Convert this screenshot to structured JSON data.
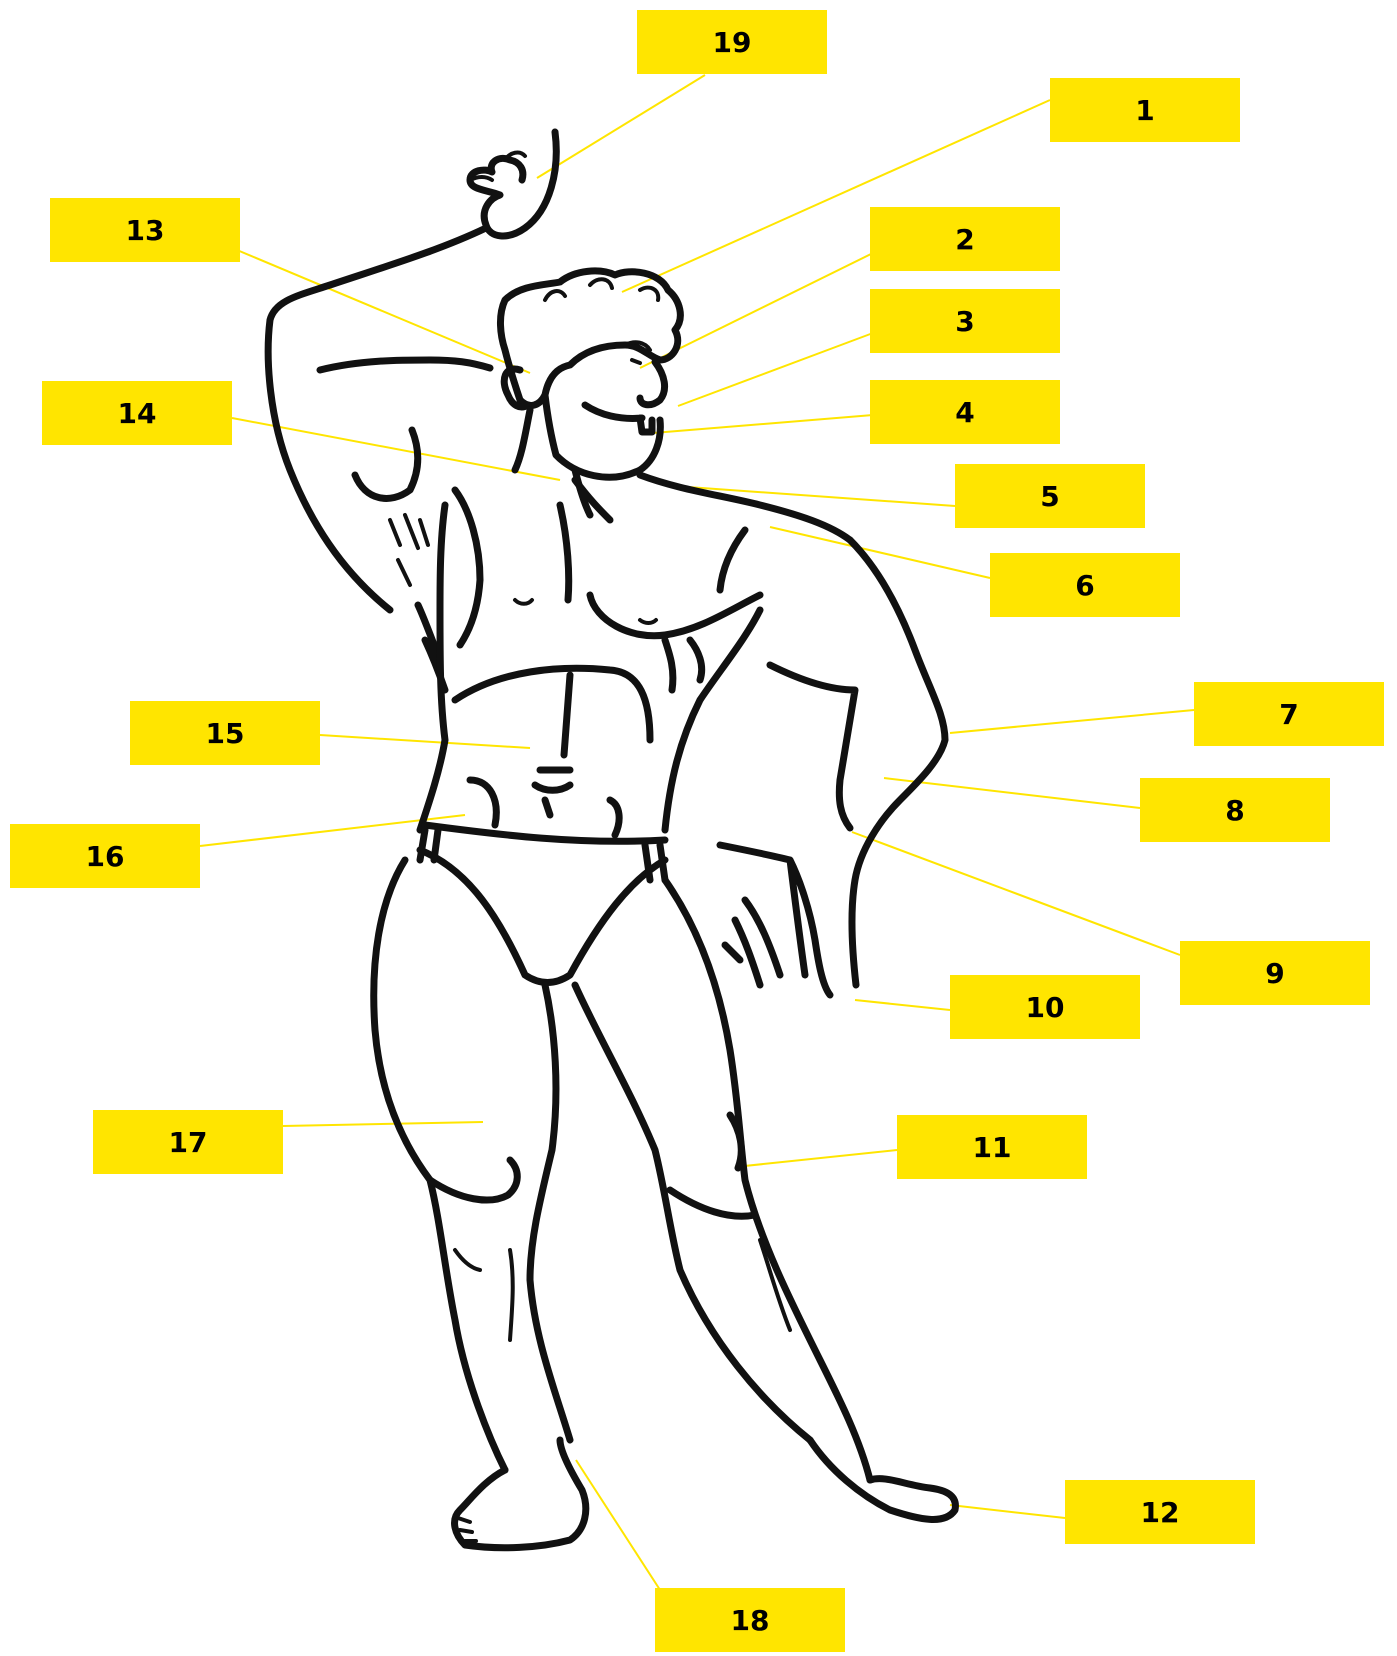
{
  "labels": [
    {
      "id": "1",
      "text": "1"
    },
    {
      "id": "2",
      "text": "2"
    },
    {
      "id": "3",
      "text": "3"
    },
    {
      "id": "4",
      "text": "4"
    },
    {
      "id": "5",
      "text": "5"
    },
    {
      "id": "6",
      "text": "6"
    },
    {
      "id": "7",
      "text": "7"
    },
    {
      "id": "8",
      "text": "8"
    },
    {
      "id": "9",
      "text": "9"
    },
    {
      "id": "10",
      "text": "10"
    },
    {
      "id": "11",
      "text": "11"
    },
    {
      "id": "12",
      "text": "12"
    },
    {
      "id": "13",
      "text": "13"
    },
    {
      "id": "14",
      "text": "14"
    },
    {
      "id": "15",
      "text": "15"
    },
    {
      "id": "16",
      "text": "16"
    },
    {
      "id": "17",
      "text": "17"
    },
    {
      "id": "18",
      "text": "18"
    },
    {
      "id": "19",
      "text": "19"
    }
  ],
  "colors": {
    "label_fill": "#FFE500",
    "leader_line": "#FFE500",
    "ink": "#111111"
  }
}
